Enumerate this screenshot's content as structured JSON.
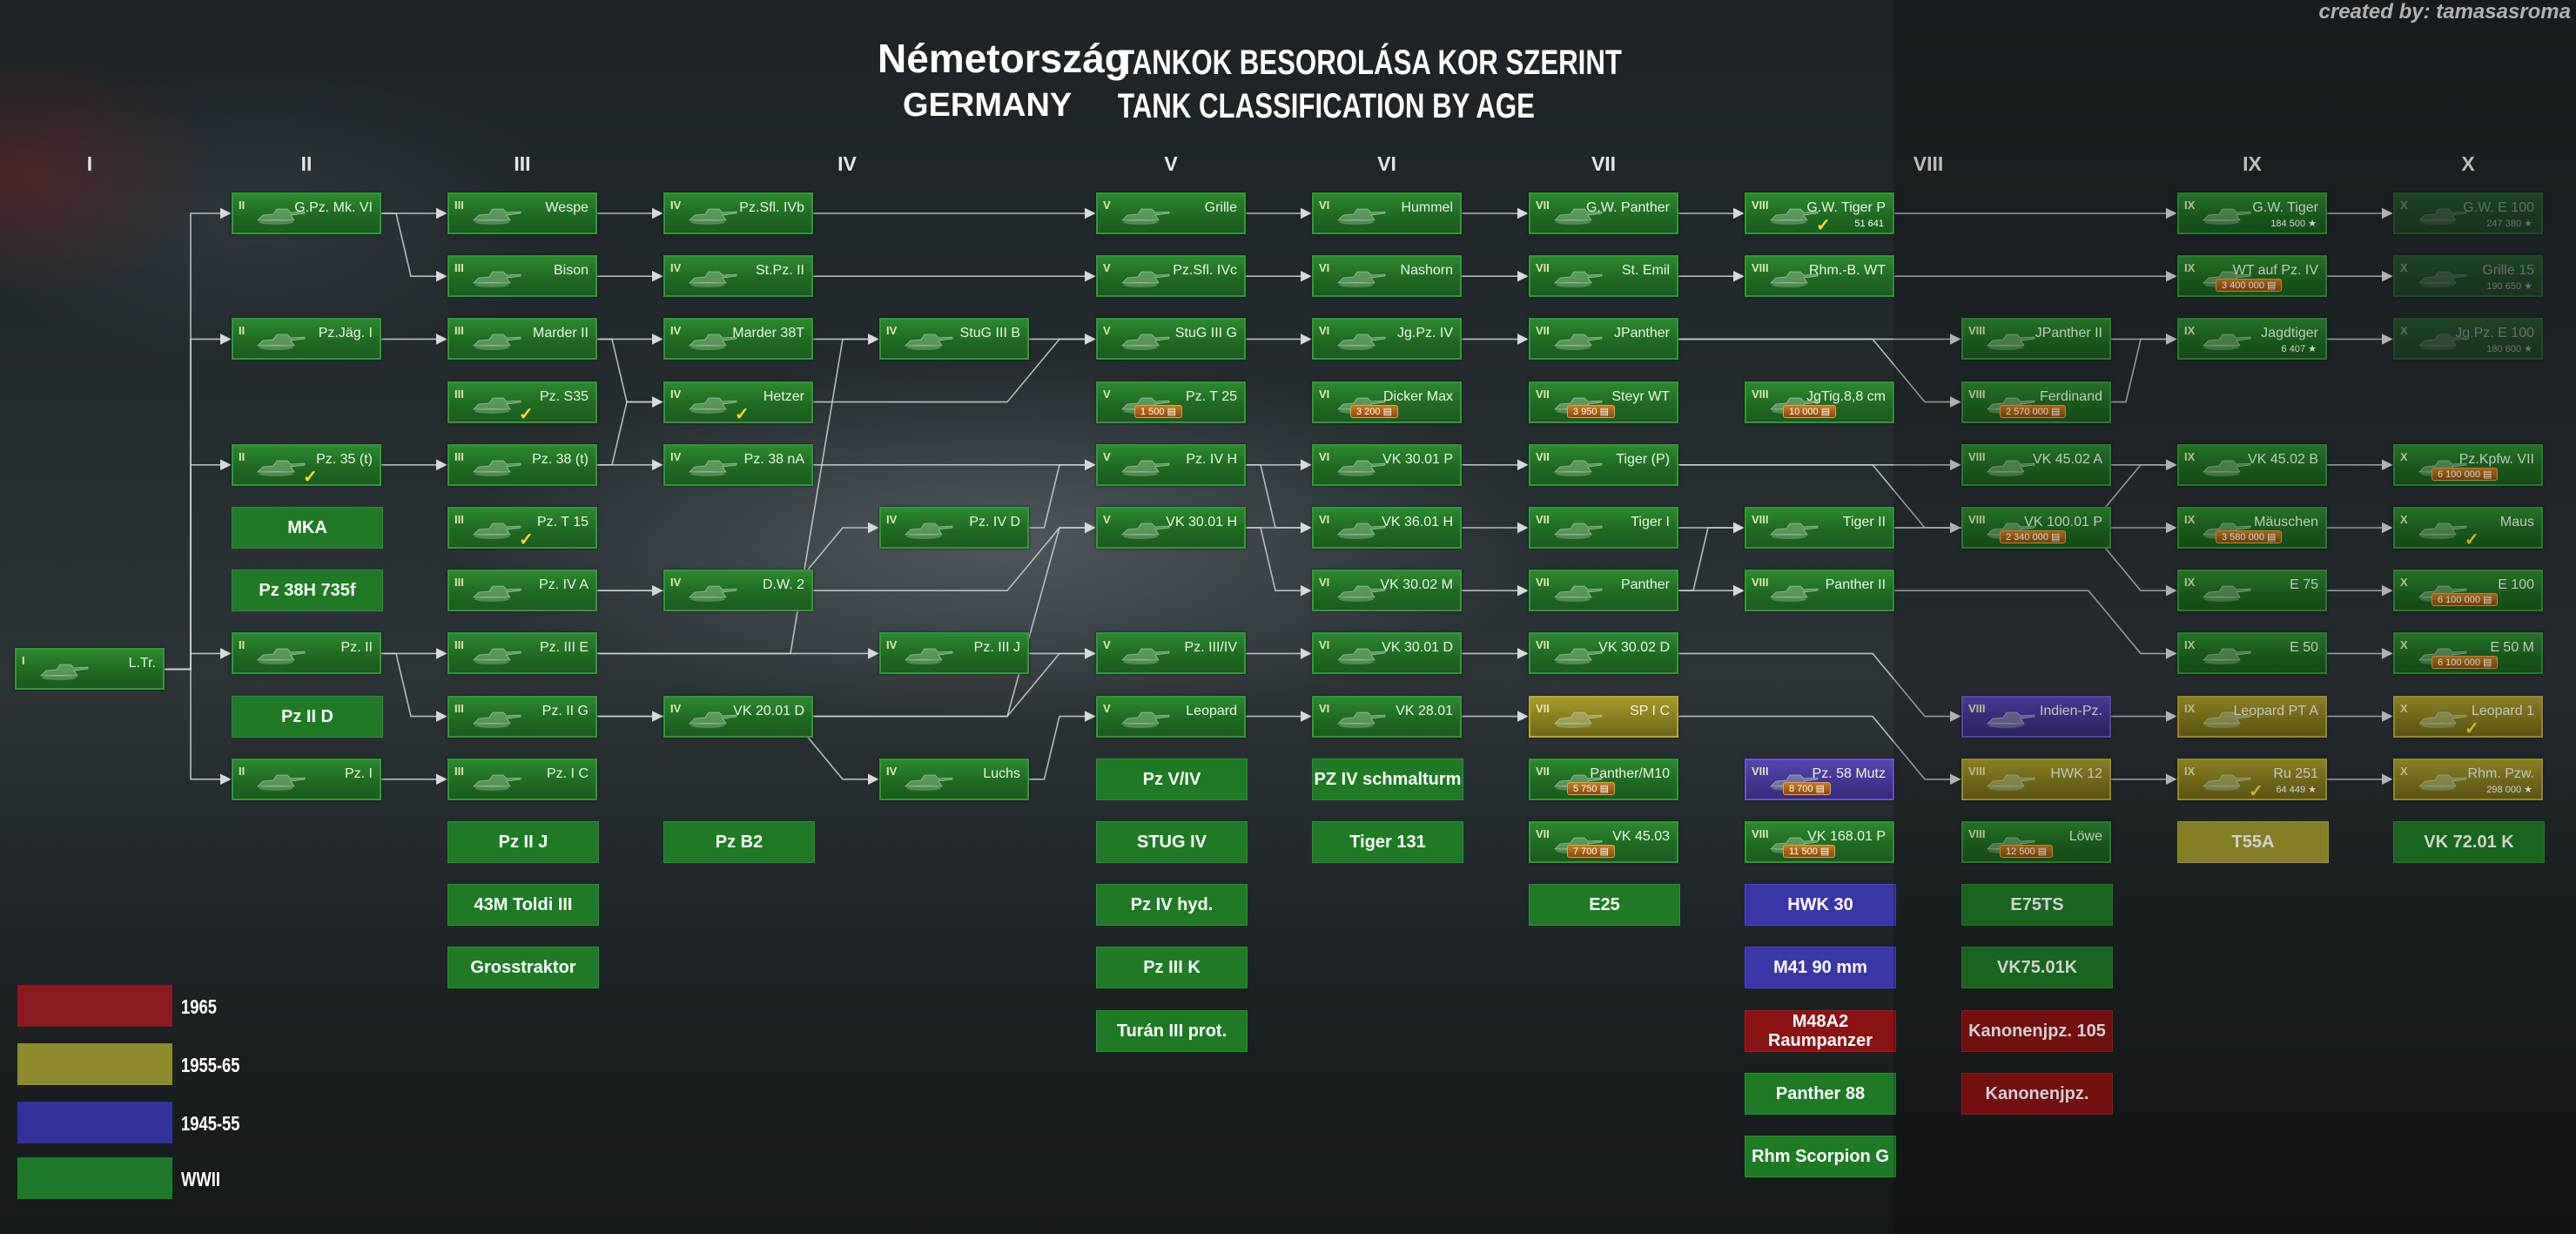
{
  "credit": "created by: tamasasroma",
  "title": {
    "hungarian": "Németország",
    "german": "GERMANY",
    "line1": "TANKOK BESOROLÁSA KOR SZERINT",
    "line2": "TANK CLASSIFICATION BY AGE"
  },
  "tiers": [
    "I",
    "II",
    "III",
    "IV",
    "V",
    "VI",
    "VII",
    "VIII",
    "IX",
    "X"
  ],
  "legend": [
    {
      "label": "1965",
      "color": "#8b1a1e"
    },
    {
      "label": "1955-65",
      "color": "#8f8a2b"
    },
    {
      "label": "1945-55",
      "color": "#33329a"
    },
    {
      "label": "WWII",
      "color": "#1e7a2b"
    }
  ],
  "tanks": [
    {
      "id": "ltr",
      "tier": "I",
      "name": "L.Tr.",
      "era": "wwii"
    },
    {
      "id": "gpz",
      "tier": "II",
      "name": "G.Pz. Mk. VI",
      "era": "wwii"
    },
    {
      "id": "pzjag1",
      "tier": "II",
      "name": "Pz.Jäg. I",
      "era": "wwii"
    },
    {
      "id": "pz35t",
      "tier": "II",
      "name": "Pz. 35 (t)",
      "era": "wwii",
      "check": true
    },
    {
      "id": "pz2",
      "tier": "II",
      "name": "Pz. II",
      "era": "wwii"
    },
    {
      "id": "pz1",
      "tier": "II",
      "name": "Pz. I",
      "era": "wwii"
    },
    {
      "id": "wespe",
      "tier": "III",
      "name": "Wespe",
      "era": "wwii"
    },
    {
      "id": "bison",
      "tier": "III",
      "name": "Bison",
      "era": "wwii"
    },
    {
      "id": "marder2",
      "tier": "III",
      "name": "Marder II",
      "era": "wwii"
    },
    {
      "id": "pzs35",
      "tier": "III",
      "name": "Pz. S35",
      "era": "wwii",
      "check": true
    },
    {
      "id": "pz38t",
      "tier": "III",
      "name": "Pz. 38 (t)",
      "era": "wwii"
    },
    {
      "id": "pzt15",
      "tier": "III",
      "name": "Pz. T 15",
      "era": "wwii",
      "check": true
    },
    {
      "id": "pz4a",
      "tier": "III",
      "name": "Pz. IV A",
      "era": "wwii"
    },
    {
      "id": "pz3e",
      "tier": "III",
      "name": "Pz. III E",
      "era": "wwii"
    },
    {
      "id": "pz2g",
      "tier": "III",
      "name": "Pz. II G",
      "era": "wwii"
    },
    {
      "id": "pz1c",
      "tier": "III",
      "name": "Pz. I C",
      "era": "wwii"
    },
    {
      "id": "pzsfl4b",
      "tier": "IV",
      "name": "Pz.Sfl. IVb",
      "era": "wwii"
    },
    {
      "id": "stpz2",
      "tier": "IV",
      "name": "St.Pz. II",
      "era": "wwii"
    },
    {
      "id": "marder38t",
      "tier": "IV",
      "name": "Marder 38T",
      "era": "wwii"
    },
    {
      "id": "hetzer",
      "tier": "IV",
      "name": "Hetzer",
      "era": "wwii",
      "check": true
    },
    {
      "id": "pz38na",
      "tier": "IV",
      "name": "Pz. 38 nA",
      "era": "wwii"
    },
    {
      "id": "dw2",
      "tier": "IV",
      "name": "D.W. 2",
      "era": "wwii"
    },
    {
      "id": "vk2001d",
      "tier": "IV",
      "name": "VK 20.01 D",
      "era": "wwii"
    },
    {
      "id": "stug3b",
      "tier": "IV",
      "name": "StuG III B",
      "era": "wwii"
    },
    {
      "id": "pz4d",
      "tier": "IV",
      "name": "Pz. IV D",
      "era": "wwii"
    },
    {
      "id": "pz3j",
      "tier": "IV",
      "name": "Pz. III J",
      "era": "wwii"
    },
    {
      "id": "luchs",
      "tier": "IV",
      "name": "Luchs",
      "era": "wwii"
    },
    {
      "id": "grille",
      "tier": "V",
      "name": "Grille",
      "era": "wwii"
    },
    {
      "id": "pzsfl4c",
      "tier": "V",
      "name": "Pz.Sfl. IVc",
      "era": "wwii"
    },
    {
      "id": "stug3g",
      "tier": "V",
      "name": "StuG III G",
      "era": "wwii"
    },
    {
      "id": "pzt25",
      "tier": "V",
      "name": "Pz. T 25",
      "era": "wwii",
      "xp": "1 500"
    },
    {
      "id": "pz4h",
      "tier": "V",
      "name": "Pz. IV H",
      "era": "wwii"
    },
    {
      "id": "vk3001h",
      "tier": "V",
      "name": "VK 30.01 H",
      "era": "wwii"
    },
    {
      "id": "pz34",
      "tier": "V",
      "name": "Pz. III/IV",
      "era": "wwii"
    },
    {
      "id": "leopard",
      "tier": "V",
      "name": "Leopard",
      "era": "wwii"
    },
    {
      "id": "hummel",
      "tier": "VI",
      "name": "Hummel",
      "era": "wwii"
    },
    {
      "id": "nashorn",
      "tier": "VI",
      "name": "Nashorn",
      "era": "wwii"
    },
    {
      "id": "jgpz4",
      "tier": "VI",
      "name": "Jg.Pz. IV",
      "era": "wwii"
    },
    {
      "id": "dickermax",
      "tier": "VI",
      "name": "Dicker Max",
      "era": "wwii",
      "xp": "3 200"
    },
    {
      "id": "vk3001p",
      "tier": "VI",
      "name": "VK 30.01 P",
      "era": "wwii"
    },
    {
      "id": "vk3601h",
      "tier": "VI",
      "name": "VK 36.01 H",
      "era": "wwii"
    },
    {
      "id": "vk3002m",
      "tier": "VI",
      "name": "VK 30.02 M",
      "era": "wwii"
    },
    {
      "id": "vk3001d",
      "tier": "VI",
      "name": "VK 30.01 D",
      "era": "wwii"
    },
    {
      "id": "vk2801",
      "tier": "VI",
      "name": "VK 28.01",
      "era": "wwii"
    },
    {
      "id": "gwpanther",
      "tier": "VII",
      "name": "G.W. Panther",
      "era": "wwii"
    },
    {
      "id": "stemil",
      "tier": "VII",
      "name": "St. Emil",
      "era": "wwii"
    },
    {
      "id": "jpanther",
      "tier": "VII",
      "name": "JPanther",
      "era": "wwii"
    },
    {
      "id": "steyrwt",
      "tier": "VII",
      "name": "Steyr WT",
      "era": "wwii",
      "xp": "3 950"
    },
    {
      "id": "tigerp",
      "tier": "VII",
      "name": "Tiger (P)",
      "era": "wwii"
    },
    {
      "id": "tiger1",
      "tier": "VII",
      "name": "Tiger I",
      "era": "wwii"
    },
    {
      "id": "panther",
      "tier": "VII",
      "name": "Panther",
      "era": "wwii"
    },
    {
      "id": "vk3002d",
      "tier": "VII",
      "name": "VK 30.02 D",
      "era": "wwii"
    },
    {
      "id": "spic",
      "tier": "VII",
      "name": "SP I C",
      "era": "y55"
    },
    {
      "id": "panthm10",
      "tier": "VII",
      "name": "Panther/M10",
      "era": "wwii",
      "xp": "5 750"
    },
    {
      "id": "vk4503",
      "tier": "VII",
      "name": "VK 45.03",
      "era": "wwii",
      "xp": "7 700"
    },
    {
      "id": "gwtigerp",
      "tier": "VIII",
      "name": "G.W. Tiger P",
      "era": "wwii",
      "check": true,
      "stat": "51 641"
    },
    {
      "id": "rhmbwt",
      "tier": "VIII",
      "name": "Rhm.-B. WT",
      "era": "wwii"
    },
    {
      "id": "jgtig88",
      "tier": "VIII",
      "name": "JgTig.8,8 cm",
      "era": "wwii",
      "xp": "10 000"
    },
    {
      "id": "tiger2",
      "tier": "VIII",
      "name": "Tiger II",
      "era": "wwii"
    },
    {
      "id": "panther2",
      "tier": "VIII",
      "name": "Panther II",
      "era": "wwii"
    },
    {
      "id": "pz58mutz",
      "tier": "VIII",
      "name": "Pz. 58 Mutz",
      "era": "y45",
      "xp": "8 700"
    },
    {
      "id": "vk16802p",
      "tier": "VIII",
      "name": "VK 168.01 P",
      "era": "wwii",
      "xp": "11 500"
    },
    {
      "id": "jpanther2",
      "tier": "VIII",
      "name": "JPanther II",
      "era": "wwii"
    },
    {
      "id": "ferdinand",
      "tier": "VIII",
      "name": "Ferdinand",
      "era": "wwii",
      "xp": "2 570 000"
    },
    {
      "id": "vk4502a",
      "tier": "VIII",
      "name": "VK 45.02 A",
      "era": "wwii"
    },
    {
      "id": "vk10001p",
      "tier": "VIII",
      "name": "VK 100.01 P",
      "era": "wwii",
      "xp": "2 340 000"
    },
    {
      "id": "indienpz",
      "tier": "VIII",
      "name": "Indien-Pz.",
      "era": "y45"
    },
    {
      "id": "hwk12",
      "tier": "VIII",
      "name": "HWK 12",
      "era": "y55"
    },
    {
      "id": "lowe",
      "tier": "VIII",
      "name": "Löwe",
      "era": "wwii",
      "xp": "12 500"
    },
    {
      "id": "gwtiger",
      "tier": "IX",
      "name": "G.W. Tiger",
      "era": "wwii",
      "stat": "184 500 ★"
    },
    {
      "id": "wtpz4",
      "tier": "IX",
      "name": "WT auf Pz. IV",
      "era": "wwii",
      "xp": "3 400 000"
    },
    {
      "id": "jagdtiger",
      "tier": "IX",
      "name": "Jagdtiger",
      "era": "wwii",
      "stat": "6 407 ★"
    },
    {
      "id": "vk4502b",
      "tier": "IX",
      "name": "VK 45.02 B",
      "era": "wwii"
    },
    {
      "id": "mauschen",
      "tier": "IX",
      "name": "Mäuschen",
      "era": "wwii",
      "xp": "3 580 000"
    },
    {
      "id": "e75",
      "tier": "IX",
      "name": "E 75",
      "era": "wwii"
    },
    {
      "id": "e50",
      "tier": "IX",
      "name": "E 50",
      "era": "wwii"
    },
    {
      "id": "leoptA",
      "tier": "IX",
      "name": "Leopard PT A",
      "era": "y55"
    },
    {
      "id": "ru251",
      "tier": "IX",
      "name": "Ru 251",
      "era": "y55",
      "check": true,
      "stat": "64 449 ★"
    },
    {
      "id": "gwe100",
      "tier": "X",
      "name": "G.W. E 100",
      "era": "wwii",
      "dim": true,
      "stat": "247 380 ★"
    },
    {
      "id": "grille15",
      "tier": "X",
      "name": "Grille 15",
      "era": "wwii",
      "dim": true,
      "stat": "190 650 ★"
    },
    {
      "id": "jgpze100",
      "tier": "X",
      "name": "Jg.Pz. E 100",
      "era": "wwii",
      "dim": true,
      "stat": "180 600 ★"
    },
    {
      "id": "pzkpfw7",
      "tier": "X",
      "name": "Pz.Kpfw. VII",
      "era": "wwii",
      "xp": "6 100 000"
    },
    {
      "id": "maus",
      "tier": "X",
      "name": "Maus",
      "era": "wwii",
      "check": true
    },
    {
      "id": "e100",
      "tier": "X",
      "name": "E 100",
      "era": "wwii",
      "xp": "6 100 000"
    },
    {
      "id": "e50m",
      "tier": "X",
      "name": "E 50 M",
      "era": "wwii",
      "xp": "6 100 000"
    },
    {
      "id": "leopard1",
      "tier": "X",
      "name": "Leopard 1",
      "era": "y55",
      "check": true
    },
    {
      "id": "rhmpzw",
      "tier": "X",
      "name": "Rhm. Pzw.",
      "era": "y55",
      "stat": "298 000 ★"
    }
  ],
  "extras": [
    {
      "name": "MKA",
      "era": "wwii"
    },
    {
      "name": "Pz 38H 735f",
      "era": "wwii"
    },
    {
      "name": "Pz II D",
      "era": "wwii"
    },
    {
      "name": "Pz II J",
      "era": "wwii"
    },
    {
      "name": "43M Toldi III",
      "era": "wwii"
    },
    {
      "name": "Grosstraktor",
      "era": "wwii"
    },
    {
      "name": "Pz B2",
      "era": "wwii"
    },
    {
      "name": "Pz V/IV",
      "era": "wwii"
    },
    {
      "name": "STUG IV",
      "era": "wwii"
    },
    {
      "name": "Pz IV hyd.",
      "era": "wwii"
    },
    {
      "name": "Pz III K",
      "era": "wwii"
    },
    {
      "name": "Turán III prot.",
      "era": "wwii"
    },
    {
      "name": "PZ IV schmalturm",
      "era": "wwii"
    },
    {
      "name": "Tiger 131",
      "era": "wwii"
    },
    {
      "name": "E25",
      "era": "wwii"
    },
    {
      "name": "HWK 30",
      "era": "y45"
    },
    {
      "name": "M41 90 mm",
      "era": "y45"
    },
    {
      "name": "M48A2 Raumpanzer",
      "era": "red"
    },
    {
      "name": "Panther 88",
      "era": "wwii"
    },
    {
      "name": "Rhm Scorpion G",
      "era": "wwii"
    },
    {
      "name": "E75TS",
      "era": "wwii"
    },
    {
      "name": "VK75.01K",
      "era": "wwii"
    },
    {
      "name": "Kanonenjpz. 105",
      "era": "red"
    },
    {
      "name": "Kanonenjpz.",
      "era": "red"
    },
    {
      "name": "T55A",
      "era": "y55"
    },
    {
      "name": "VK 72.01 K",
      "era": "wwii"
    }
  ]
}
